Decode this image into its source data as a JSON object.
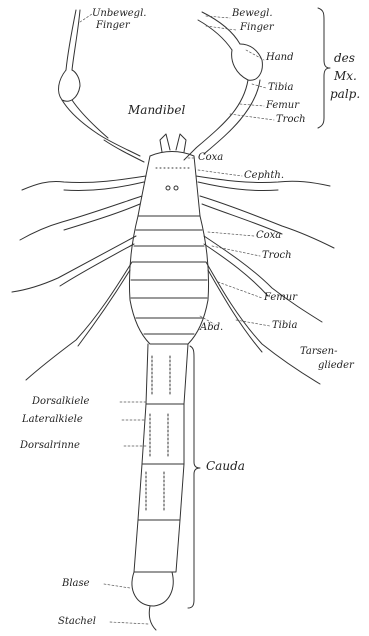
{
  "colors": {
    "ink": "#222222",
    "paper": "#ffffff"
  },
  "labels": {
    "unbewegl": "Unbewegl.",
    "finger_left": "Finger",
    "bewegl": "Bewegl.",
    "finger_right": "Finger",
    "hand": "Hand",
    "tibia_palp": "Tibia",
    "femur_palp": "Femur",
    "troch_palp": "Troch",
    "des": "des",
    "mx": "Mx.",
    "palp": "palp.",
    "mandibel": "Mandibel",
    "coxa_palp": "Coxa",
    "cephth": "Cephth.",
    "coxa_leg": "Coxa",
    "troch_leg": "Troch",
    "femur_leg": "Femur",
    "abd": "Abd.",
    "tibia_leg": "Tibia",
    "tarsen": "Tarsen-",
    "glieder": "glieder",
    "dorsalkiele": "Dorsalkiele",
    "lateralkiele": "Lateralkiele",
    "dorsalrinne": "Dorsalrinne",
    "cauda": "Cauda",
    "blase": "Blase",
    "stachel": "Stachel"
  }
}
